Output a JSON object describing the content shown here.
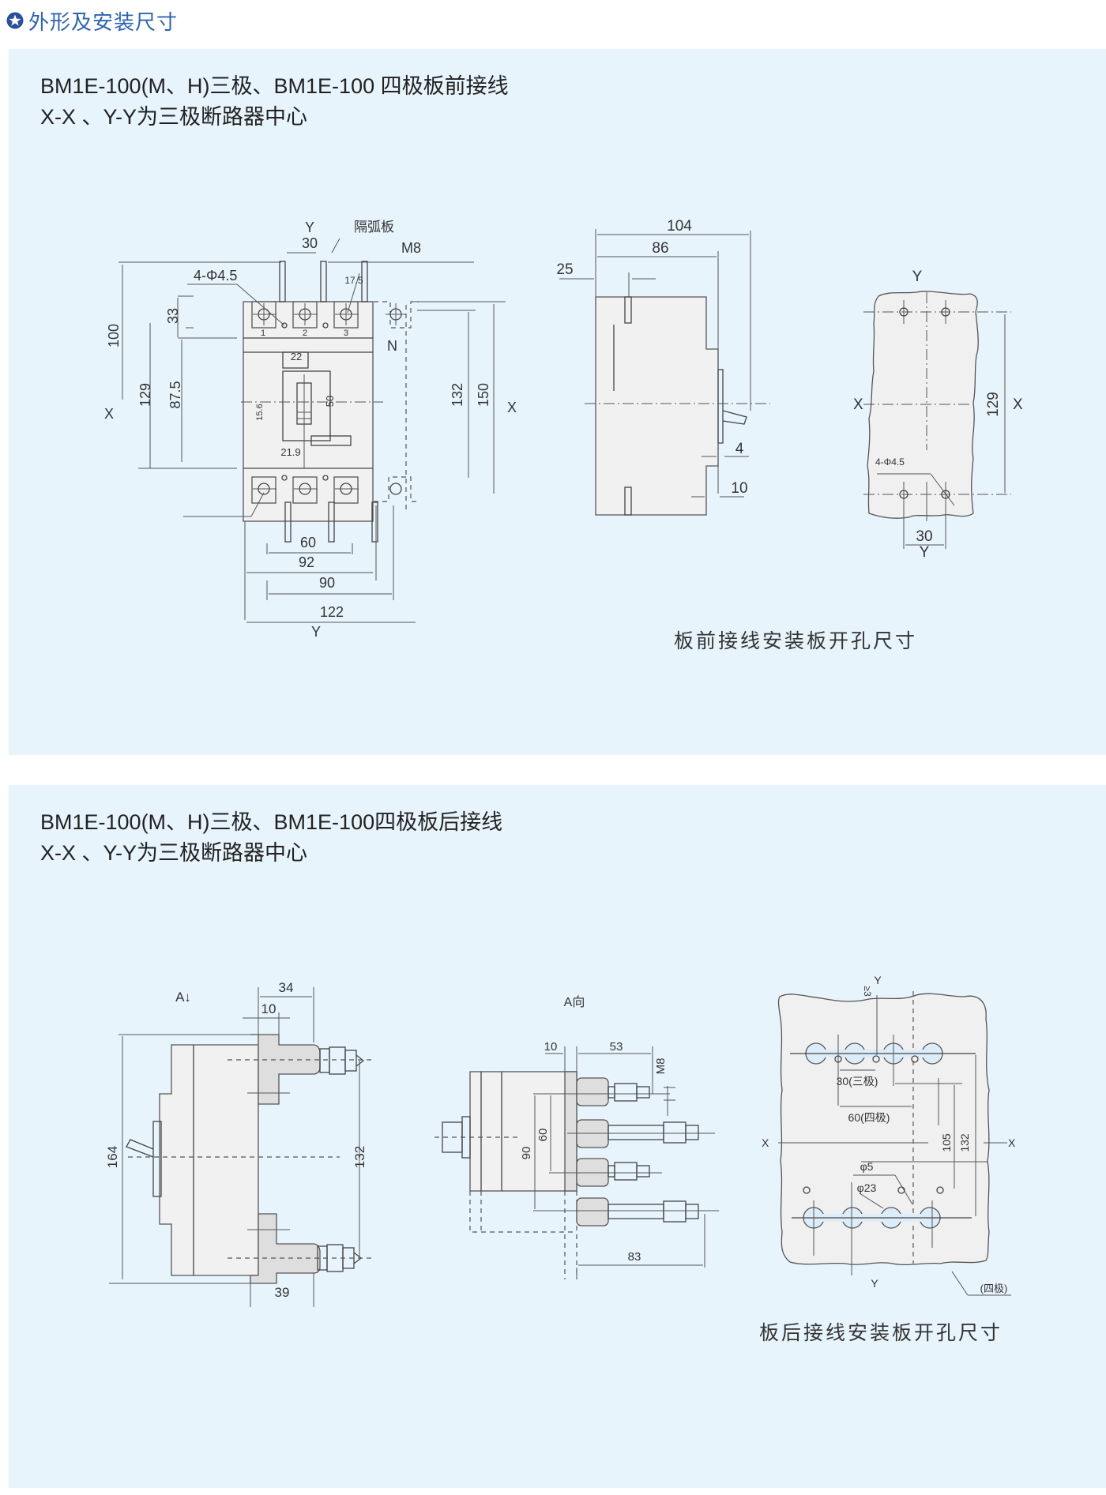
{
  "header": {
    "icon": "star-circle-icon",
    "title": "外形及安装尺寸",
    "accent_color": "#2d64b0",
    "panel_background": "#e8f4fc"
  },
  "sections": [
    {
      "title_line1": "BM1E-100(M、H)三极、BM1E-100 四极板前接线",
      "title_line2": "X-X 、Y-Y为三极断路器中心",
      "caption": "板前接线安装板开孔尺寸",
      "front_view": {
        "labels": {
          "y_top": "Y",
          "y_bottom": "Y",
          "x_left": "X",
          "x_right": "X",
          "arc_barrier": "隔弧板",
          "thread": "M8",
          "holes": "4-Φ4.5",
          "neutral": "N",
          "pole1": "1",
          "pole2": "2",
          "pole3": "3"
        },
        "dims": {
          "d30": "30",
          "d17_5": "17.5",
          "d100": "100",
          "d33": "33",
          "d129": "129",
          "d87_5": "87.5",
          "d22": "22",
          "d50": "50",
          "d15_6": "15.6",
          "d21_9": "21.9",
          "d132": "132",
          "d150": "150",
          "d60": "60",
          "d92": "92",
          "d90": "90",
          "d122": "122"
        }
      },
      "side_view": {
        "dims": {
          "d104": "104",
          "d86": "86",
          "d25": "25",
          "d4": "4",
          "d10": "10"
        }
      },
      "cutout_view": {
        "labels": {
          "y_top": "Y",
          "y_bottom": "Y",
          "x_left": "X",
          "x_right": "X",
          "holes": "4-Φ4.5"
        },
        "dims": {
          "d129": "129",
          "d30": "30"
        }
      }
    },
    {
      "title_line1": "BM1E-100(M、H)三极、BM1E-100四极板后接线",
      "title_line2": "X-X 、Y-Y为三极断路器中心",
      "caption": "板后接线安装板开孔尺寸",
      "side_view": {
        "labels": {
          "view_a": "A↓"
        },
        "dims": {
          "d34": "34",
          "d10": "10",
          "d164": "164",
          "d132": "132",
          "d39": "39"
        }
      },
      "a_view": {
        "labels": {
          "title": "A向",
          "thread": "M8"
        },
        "dims": {
          "d10": "10",
          "d53": "53",
          "d90": "90",
          "d60": "60",
          "d83": "83"
        }
      },
      "cutout_view": {
        "labels": {
          "y_top": "Y",
          "y_bottom": "Y",
          "x_left": "X",
          "x_right": "X",
          "ge3": "≥3",
          "three_pole": "30(三极)",
          "four_pole": "60(四极)",
          "phi5": "φ5",
          "phi23": "φ23",
          "four_pole_note": "(四极)"
        },
        "dims": {
          "d105": "105",
          "d132": "132"
        }
      }
    }
  ]
}
